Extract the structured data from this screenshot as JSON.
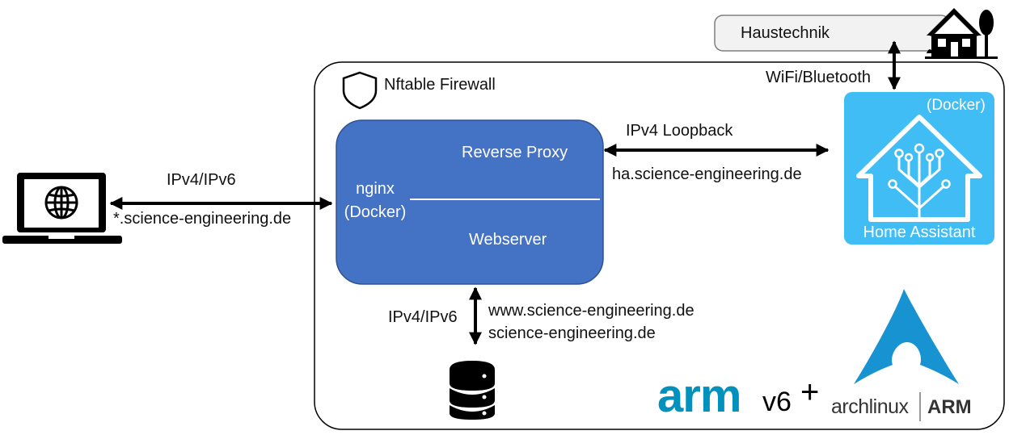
{
  "haustechnik": {
    "label": "Haustechnik"
  },
  "firewall": {
    "label": "Nftable Firewall"
  },
  "nginx": {
    "name": "nginx",
    "docker": "(Docker)",
    "reverse_proxy": "Reverse Proxy",
    "webserver": "Webserver"
  },
  "client_link": {
    "protocol": "IPv4/IPv6",
    "domain": "*.science-engineering.de"
  },
  "loopback_link": {
    "protocol": "IPv4 Loopback",
    "domain": "ha.science-engineering.de"
  },
  "wireless_link": {
    "label": "WiFi/Bluetooth"
  },
  "storage_link": {
    "protocol": "IPv4/IPv6",
    "domain_www": "www.science-engineering.de",
    "domain_root": "science-engineering.de"
  },
  "home_assistant": {
    "docker": "(Docker)",
    "name": "Home Assistant",
    "color": "#41BDF5"
  },
  "logos": {
    "arm_text": "arm",
    "arm_version": "v6",
    "plus": "+",
    "arch_text": "archlinux",
    "arch_suffix": "ARM",
    "arch_color": "#1793D1",
    "arm_color": "#0091BD"
  },
  "colors": {
    "nginx_box": "#4472C4",
    "haustechnik_box": "#F2F2F2"
  }
}
